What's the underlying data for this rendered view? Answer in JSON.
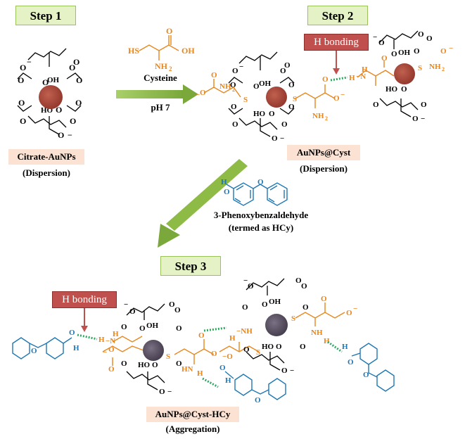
{
  "steps": {
    "step1": "Step 1",
    "step2": "Step 2",
    "step3": "Step 3"
  },
  "reagent": {
    "name": "Cysteine",
    "condition": "pH 7"
  },
  "labels": {
    "citrate_name": "Citrate-AuNPs",
    "citrate_state": "(Dispersion)",
    "cyst_name": "AuNPs@Cyst",
    "cyst_state": "(Dispersion)",
    "hcy_name": "3-Phenoxybenzaldehyde",
    "hcy_note": "(termed as HCy)",
    "agg_name": "AuNPs@Cyst-HCy",
    "agg_state": "(Aggregation)",
    "h_bonding_1": "H bonding",
    "h_bonding_2": "H bonding"
  },
  "colors": {
    "step_fill": "#e4f2c6",
    "arrow_green": "#8dbb45",
    "nanoparticle_citrate": "#a8453a",
    "nanoparticle_agg": "#5e5566",
    "cysteine_orange": "#e8861c",
    "hcy_blue": "#1f77b4",
    "hbond_green": "#2ea862",
    "hbond_box": "#c0504d",
    "name_box": "#fbe2d3"
  }
}
